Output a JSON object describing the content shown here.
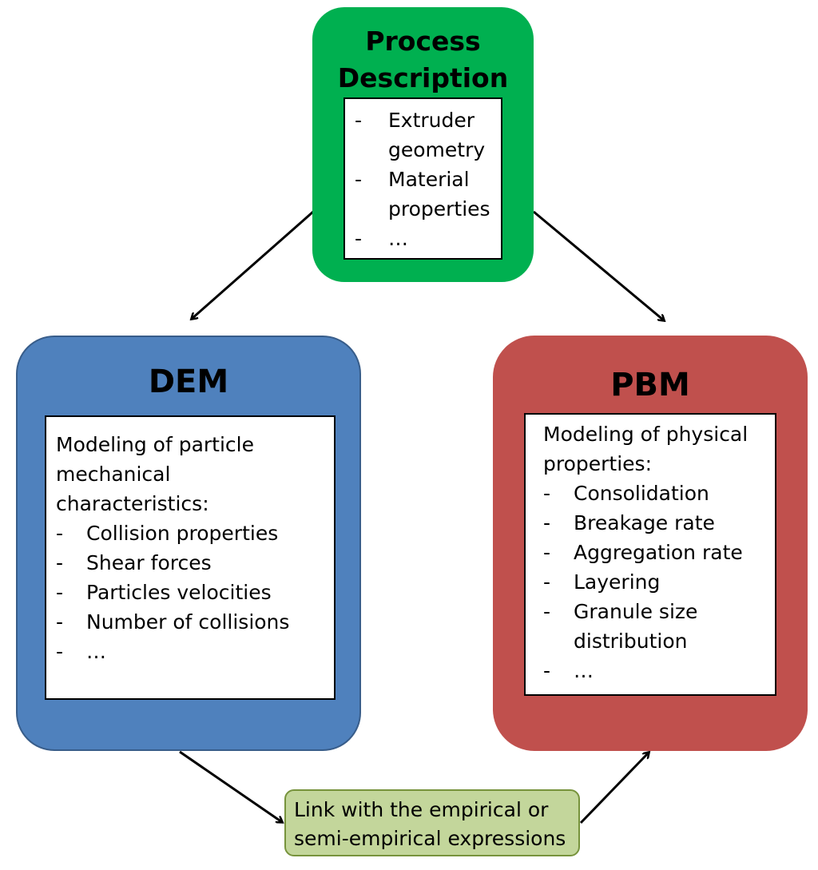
{
  "process": {
    "title_line1": "Process",
    "title_line2": "Description",
    "items": [
      "Extruder geometry",
      "Material properties",
      "…"
    ]
  },
  "dem": {
    "title": "DEM",
    "intro": "Modeling of particle mechanical characteristics:",
    "items": [
      "Collision properties",
      "Shear forces",
      "Particles velocities",
      "Number of collisions",
      "…"
    ]
  },
  "pbm": {
    "title": "PBM",
    "intro": "Modeling of physical properties:",
    "items": [
      "Consolidation",
      "Breakage rate",
      "Aggregation rate",
      "Layering",
      "Granule size distribution",
      "…"
    ]
  },
  "link": {
    "text": "Link with the empirical or semi-empirical expressions"
  },
  "colors": {
    "process": "#00b050",
    "dem": "#4f81bd",
    "pbm": "#c0504d",
    "link": "#c3d69b"
  }
}
